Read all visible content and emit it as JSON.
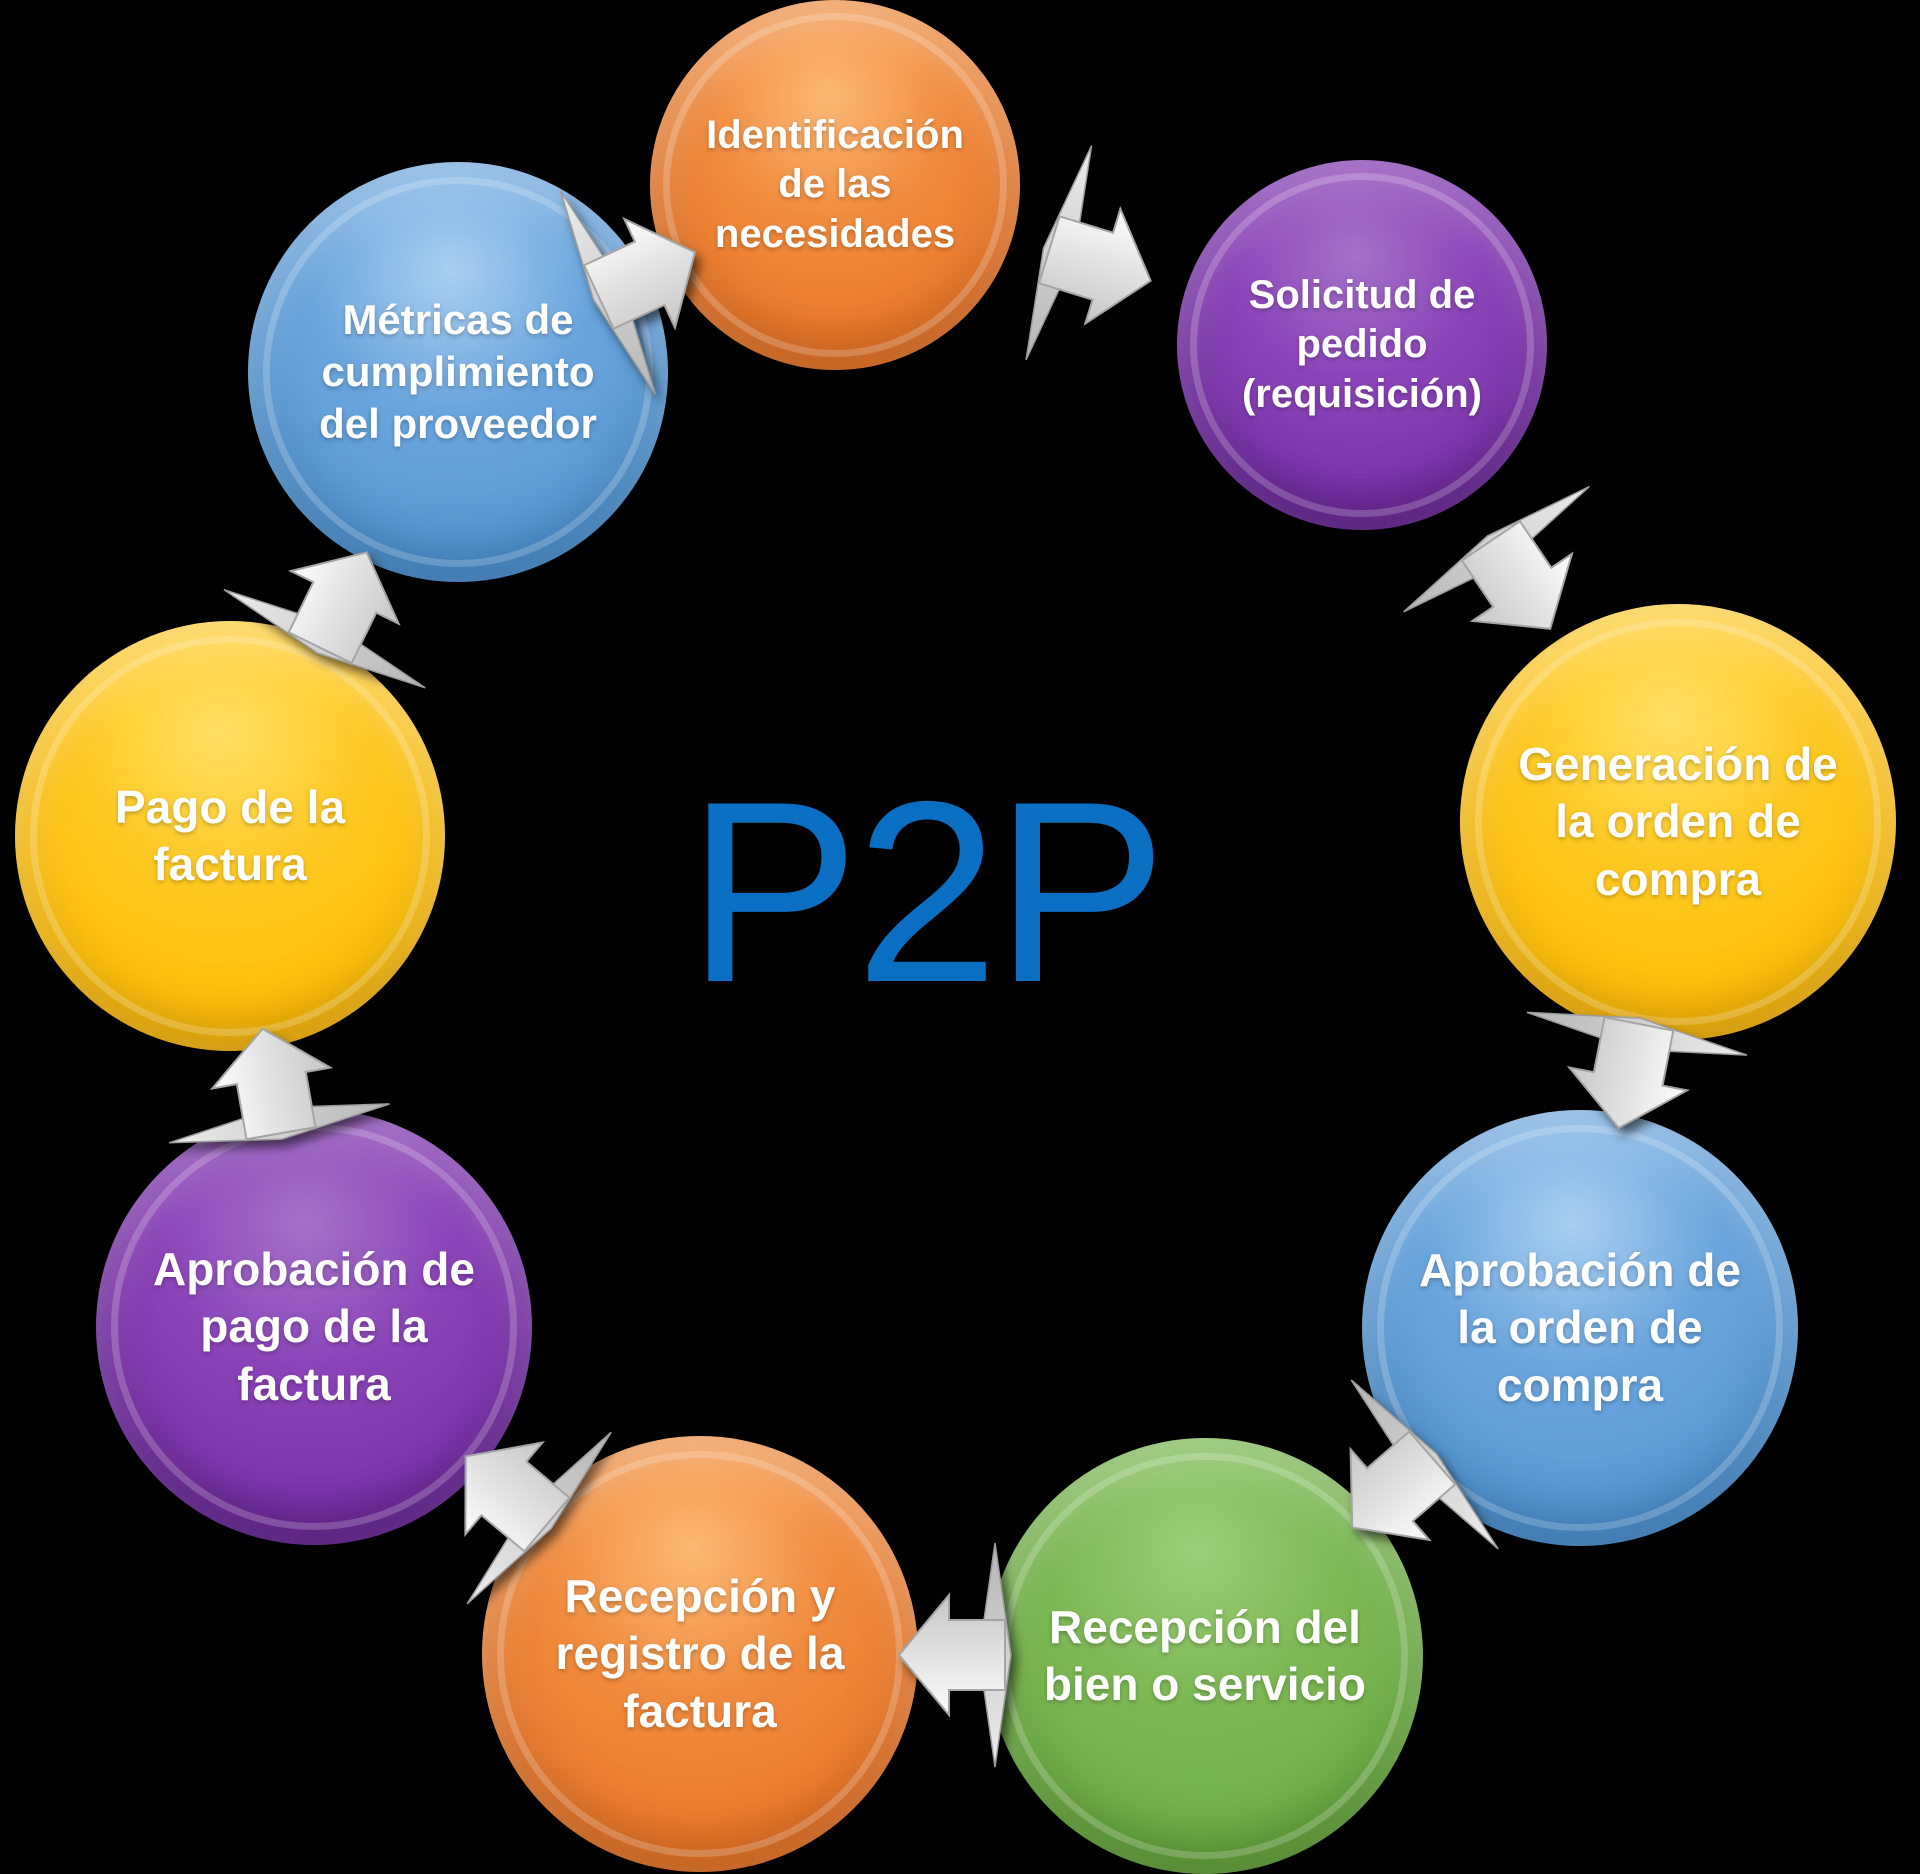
{
  "diagram": {
    "title": "P2P procure-to-pay cycle diagram",
    "background_color": "#000000",
    "center": {
      "label": "P2P",
      "color": "#0a6fc2"
    },
    "arrow_colors": {
      "face_light": "#fdfdfd",
      "face_dark": "#c6c6c6",
      "spike_light": "#ededed",
      "spike_dark": "#b5b5b5",
      "edge": "#a5a5a5"
    },
    "palette": {
      "orange": {
        "base": "#ec7d2f",
        "light": "#fbb875",
        "dark": "#d2691e"
      },
      "purple": {
        "base": "#7d37ac",
        "light": "#a571c9",
        "dark": "#5c2481"
      },
      "yellow": {
        "base": "#fec20d",
        "light": "#ffe064",
        "dark": "#d99c00"
      },
      "blue": {
        "base": "#5b9bd5",
        "light": "#a9cff0",
        "dark": "#3f7fbe"
      },
      "green": {
        "base": "#73b14a",
        "light": "#9bce77",
        "dark": "#568d35"
      }
    },
    "steps": [
      {
        "label": "Identificación\nde las\nnecesidades",
        "color": "orange"
      },
      {
        "label": "Solicitud de\npedido\n(requisición)",
        "color": "purple"
      },
      {
        "label": "Generación de\nla orden de\ncompra",
        "color": "yellow"
      },
      {
        "label": "Aprobación de\nla orden de\ncompra",
        "color": "blue"
      },
      {
        "label": "Recepción del\nbien o servicio",
        "color": "green"
      },
      {
        "label": "Recepción y\nregistro de la\nfactura",
        "color": "orange"
      },
      {
        "label": "Aprobación de\npago de la\nfactura",
        "color": "purple"
      },
      {
        "label": "Pago de la\nfactura",
        "color": "yellow"
      },
      {
        "label": "Métricas de\ncumplimiento\ndel proveedor",
        "color": "blue"
      }
    ]
  }
}
